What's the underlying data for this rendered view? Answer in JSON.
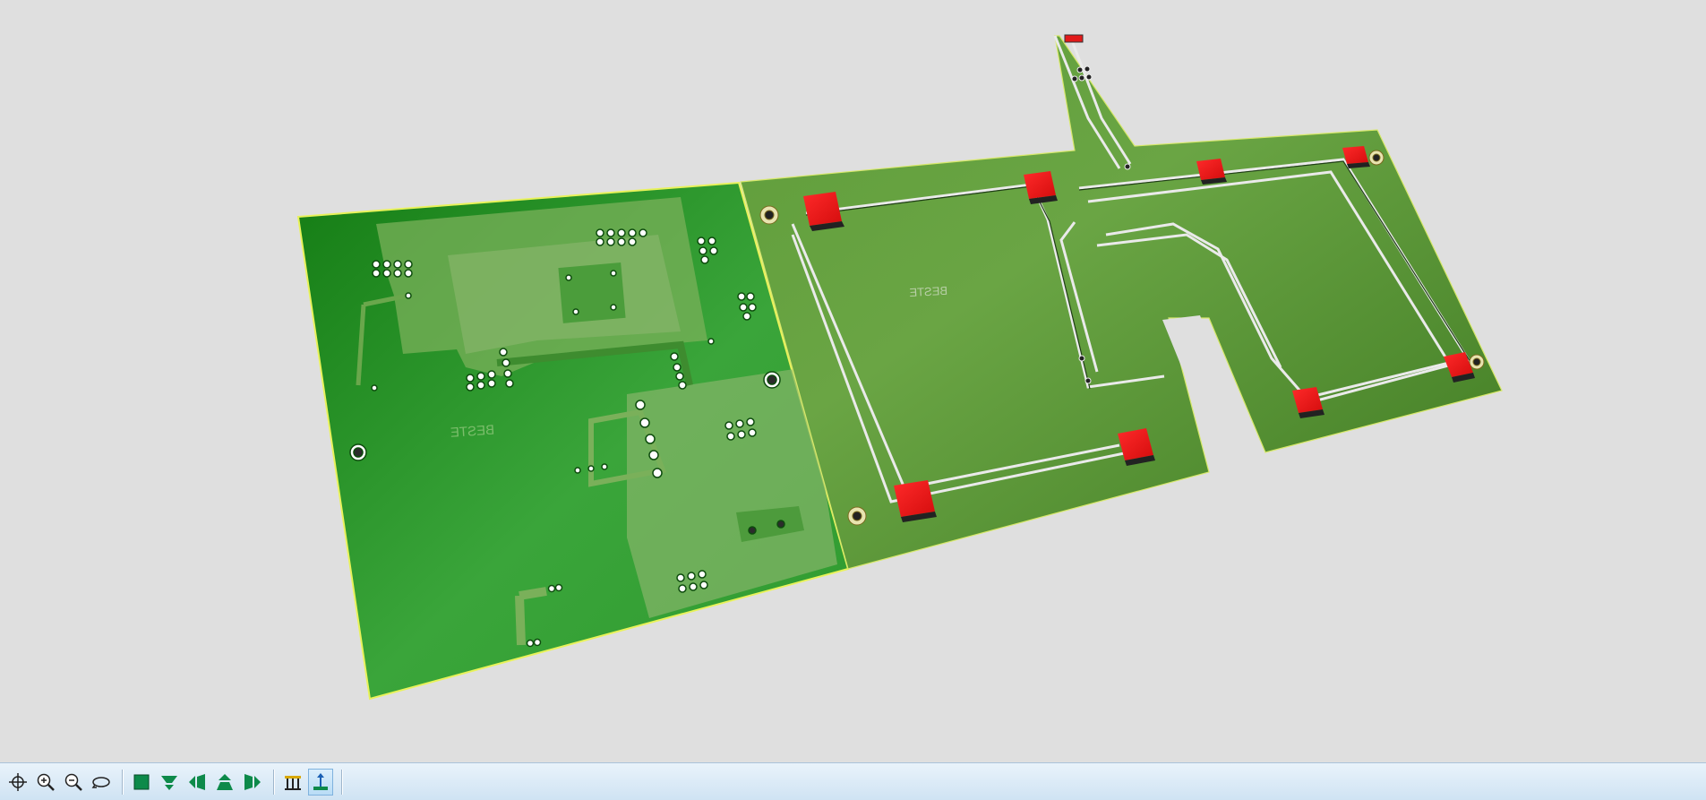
{
  "viewport": {
    "background": "#dfdfdf",
    "board": {
      "left_panel_color": "#2f9a2f",
      "right_panel_color": "#5a9436",
      "pad_color": "#f11818",
      "silkscreen_left": "BESTE",
      "silkscreen_right": "BESTE"
    }
  },
  "toolbar": {
    "buttons": [
      {
        "name": "center-view-button",
        "icon": "crosshair-icon",
        "active": false
      },
      {
        "name": "zoom-in-button",
        "icon": "zoom-in-icon",
        "active": false
      },
      {
        "name": "zoom-out-button",
        "icon": "zoom-out-icon",
        "active": false
      },
      {
        "name": "rotate-view-button",
        "icon": "rotate-icon",
        "active": false
      },
      {
        "name": "view-top-button",
        "icon": "top-view-icon",
        "active": false
      },
      {
        "name": "view-bottom-button",
        "icon": "bottom-view-icon",
        "active": false
      },
      {
        "name": "view-left-button",
        "icon": "left-view-icon",
        "active": false
      },
      {
        "name": "view-front-button",
        "icon": "front-view-icon",
        "active": false
      },
      {
        "name": "view-right-button",
        "icon": "right-view-icon",
        "active": false
      },
      {
        "name": "layers-button",
        "icon": "layers-icon",
        "active": false
      },
      {
        "name": "settings-button",
        "icon": "component-height-icon",
        "active": true
      }
    ]
  }
}
